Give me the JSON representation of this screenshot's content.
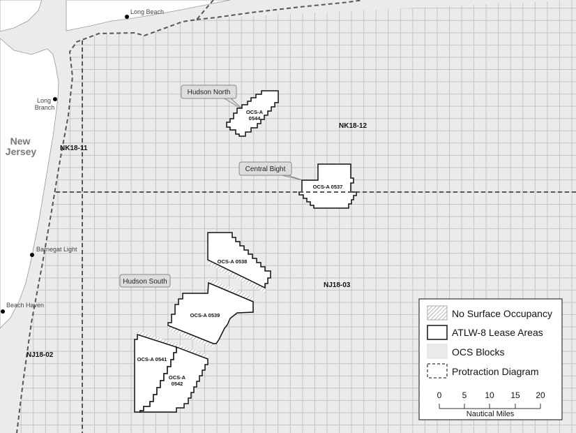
{
  "places": [
    {
      "name": "Long Beach"
    },
    {
      "name_line1": "Long",
      "name_line2": "Branch"
    },
    {
      "name": "Barnegat Light"
    },
    {
      "name": "Beach Haven"
    }
  ],
  "state_label": {
    "line1": "New",
    "line2": "Jersey"
  },
  "protraction_labels": [
    "NK18-11",
    "NK18-12",
    "NJ18-03",
    "NJ18-02"
  ],
  "callouts": {
    "hudson_north": "Hudson North",
    "central_bight": "Central Bight",
    "hudson_south": "Hudson South"
  },
  "lease_areas": {
    "0544": {
      "line1": "OCS-A",
      "line2": "0544"
    },
    "0537": "OCS-A 0537",
    "0538": "OCS-A 0538",
    "0539": "OCS-A 0539",
    "0541": "OCS-A 0541",
    "0542": {
      "line1": "OCS-A",
      "line2": "0542"
    }
  },
  "legend": {
    "items": [
      "No Surface Occupancy",
      "ATLW-8 Lease Areas",
      "OCS Blocks",
      "Protraction Diagram"
    ],
    "scale_ticks": [
      "0",
      "5",
      "10",
      "15",
      "20"
    ],
    "scale_unit": "Nautical Miles"
  },
  "colors": {
    "sea": "#ebebeb",
    "land": "#ffffff",
    "grid": "#c4c4c4",
    "lease_fill": "#ffffff",
    "lease_outline": "#111111",
    "dashed_boundary": "#555555"
  }
}
